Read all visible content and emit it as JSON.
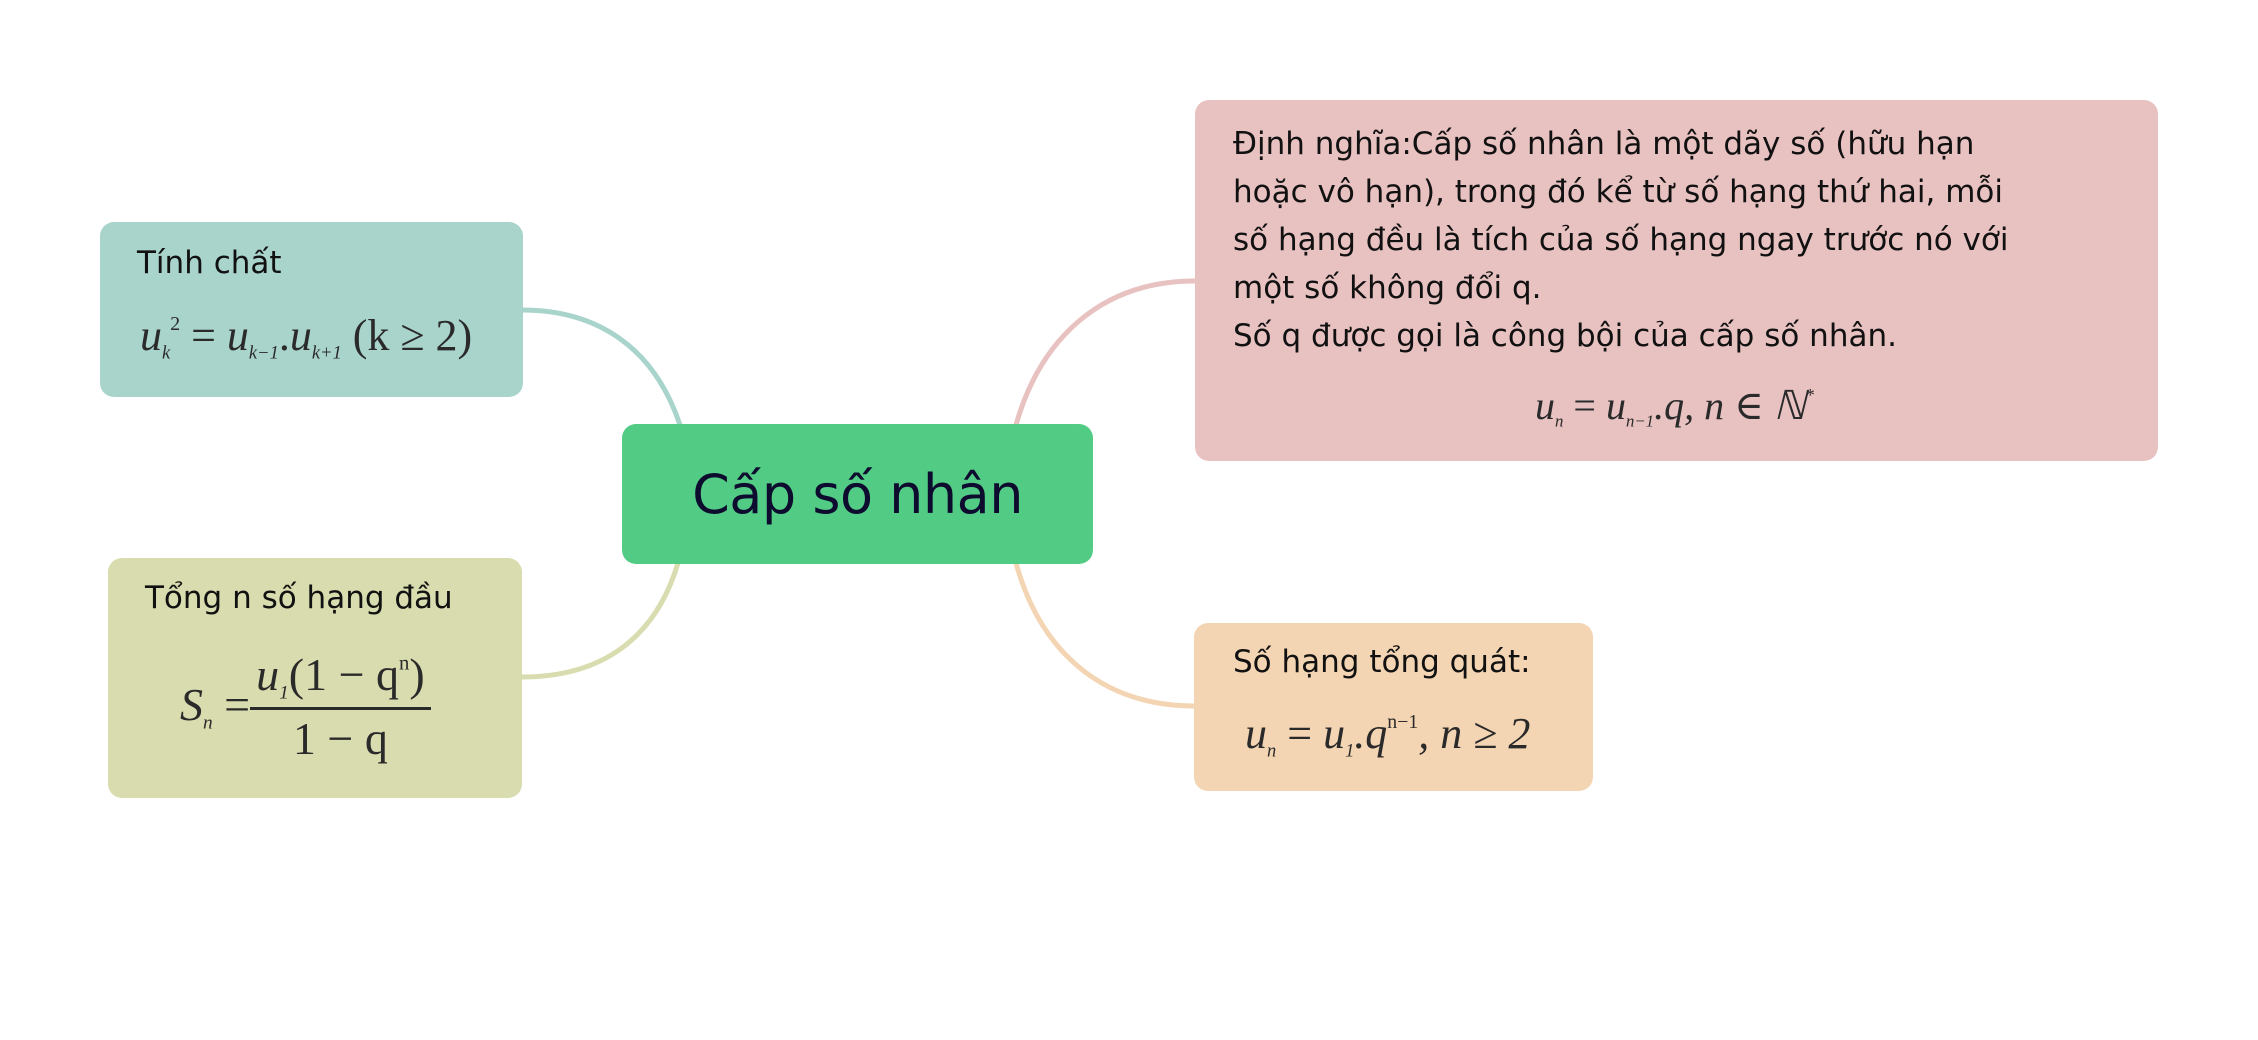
{
  "colors": {
    "central": "#52CC85",
    "tinh_chat": "#A9D4CC",
    "dinh_nghia": "#E8C1C1",
    "tong": "#D9DCAF",
    "so_hang": "#F4D5B3",
    "central_text": "#0D0B2E"
  },
  "central": {
    "label": "Cấp số nhân"
  },
  "branches": {
    "tinh_chat": {
      "title": "Tính chất",
      "formula": {
        "u": "u",
        "k": "k",
        "sq": "2",
        "eq": " = ",
        "u1": "u",
        "sub1": "k−1",
        "dot": ".",
        "u2": "u",
        "sub2": "k+1",
        "cond": " (k ≥ 2)"
      }
    },
    "tong": {
      "title": "Tổng n số hạng đầu",
      "formula": {
        "S": "S",
        "n": "n",
        "eq": " = ",
        "num_u": "u",
        "num_sub": "1",
        "num_rest_open": "(1 − q",
        "num_exp": "n",
        "num_rest_close": ")",
        "den": "1 − q"
      }
    },
    "dinh_nghia": {
      "paragraph": "Định nghĩa:Cấp số nhân là một dãy số (hữu hạn\nhoặc vô hạn), trong đó kể từ số hạng thứ hai, mỗi\nsố hạng đều là tích của số hạng ngay trước nó với\nmột số không đổi q.\nSố q được gọi là công bội của cấp số nhân.",
      "formula": {
        "u": "u",
        "n": "n",
        "eq": " = ",
        "u1": "u",
        "sub1": "n−1",
        "rest": ".q, n ∈ ℕ",
        "star": "*"
      }
    },
    "so_hang": {
      "title": "Số hạng tổng quát:",
      "formula": {
        "u": "u",
        "n": "n",
        "eq": " = ",
        "u1": "u",
        "sub1": "1",
        "dotq": ".q",
        "exp": "n−1",
        "rest": ", n ≥ 2"
      }
    }
  }
}
